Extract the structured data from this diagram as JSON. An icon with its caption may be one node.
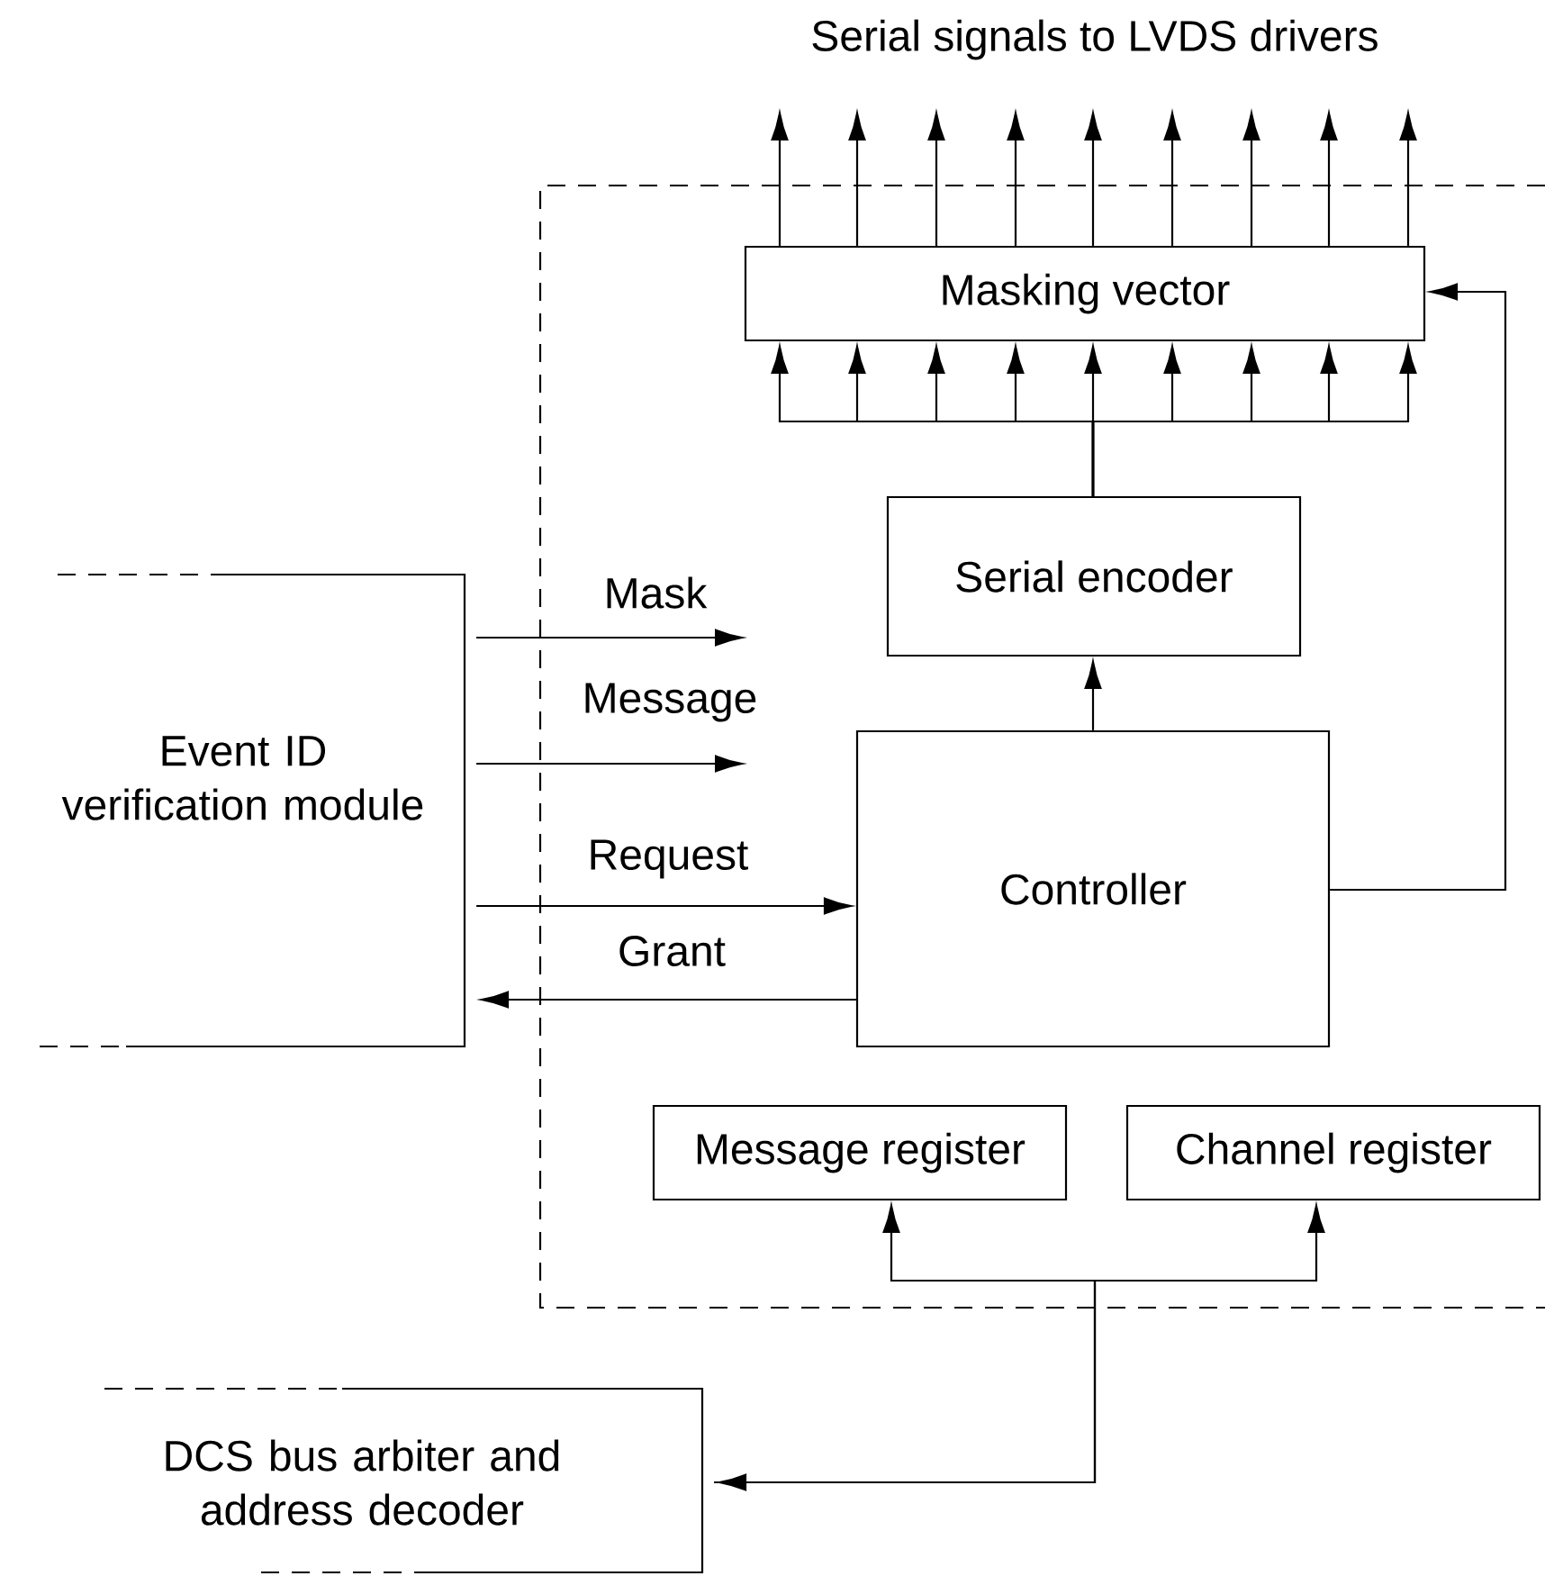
{
  "diagram": {
    "nodes": [
      {
        "text": [],
        "shape": "box"
      },
      {
        "text": [
          "Masking vector"
        ],
        "in": 0
      },
      {
        "text": [
          "Serial encoder"
        ],
        "in": 0
      },
      {
        "text": [
          "Event ID verification module"
        ]
      },
      {
        "text": [
          "Controller"
        ],
        "in": 0
      },
      {
        "text": [
          "Message register"
        ],
        "in": 0
      },
      {
        "text": [
          "Channel register"
        ],
        "in": 0
      },
      {
        "text": [
          "DCS bus arbiter and address decoder"
        ]
      }
    ],
    "edges": [
      {
        "from": 1,
        "to": null,
        "arrow": "to"
      },
      {
        "from": 1,
        "to": null,
        "arrow": "to"
      },
      {
        "from": 1,
        "to": null,
        "arrow": "to"
      },
      {
        "from": 1,
        "to": null,
        "arrow": "to"
      },
      {
        "from": 1,
        "to": null,
        "arrow": "to"
      },
      {
        "from": 1,
        "to": null,
        "arrow": "to"
      },
      {
        "from": 1,
        "to": null,
        "arrow": "to"
      },
      {
        "from": 1,
        "to": null,
        "arrow": "to"
      },
      {
        "from": 1,
        "to": null,
        "arrow": "to"
      },
      {
        "from": 2,
        "to": 1,
        "arrow": "to"
      },
      {
        "from": 2,
        "to": 1,
        "arrow": "to"
      },
      {
        "from": 2,
        "to": 1,
        "arrow": "to"
      },
      {
        "from": 2,
        "to": 1,
        "arrow": "to"
      },
      {
        "from": 2,
        "to": 1,
        "arrow": "to"
      },
      {
        "from": 2,
        "to": 1,
        "arrow": "to"
      },
      {
        "from": 2,
        "to": 1,
        "arrow": "to"
      },
      {
        "from": 2,
        "to": 1,
        "arrow": "to"
      },
      {
        "from": 2,
        "to": 1,
        "arrow": "to"
      },
      {
        "from": 4,
        "to": 2,
        "arrow": "to"
      },
      {
        "from": 4,
        "to": 1,
        "arrow": "to"
      },
      {
        "from": 3,
        "to": null,
        "label": "Mask",
        "arrow": "to"
      },
      {
        "from": 3,
        "to": null,
        "label": "Message",
        "arrow": "to"
      },
      {
        "from": 3,
        "to": 4,
        "label": "Request",
        "arrow": "to"
      },
      {
        "from": 4,
        "to": 3,
        "label": "Grant",
        "arrow": "to"
      },
      {
        "from": 7,
        "to": 5,
        "arrow": "both"
      },
      {
        "from": 7,
        "to": 6,
        "arrow": "to"
      }
    ],
    "labels": [
      "Serial signals to LVDS drivers"
    ]
  }
}
